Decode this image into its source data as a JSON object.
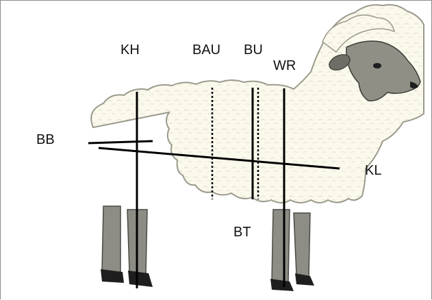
{
  "labels": {
    "kh": "KH",
    "bau": "BAU",
    "bu": "BU",
    "wr": "WR",
    "bb": "BB",
    "kl": "KL",
    "bt": "BT"
  },
  "colors": {
    "wool": "#fbf8ec",
    "wool_outline": "#9a9a8c",
    "face": "#8f8f86",
    "legs": "#8d8d85",
    "hooves": "#1e1e1e",
    "measure_lines": "#000000"
  }
}
